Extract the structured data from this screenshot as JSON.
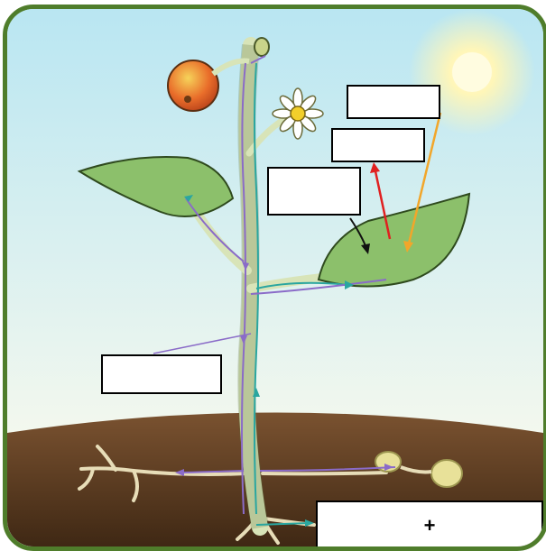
{
  "header": {
    "title": ""
  },
  "diagram": {
    "colors": {
      "frame": "#4f7d2b",
      "sky_top": "#b9e6f2",
      "sky_bottom": "#f4f8ee",
      "soil": "#5a3a1f",
      "leaf": "#8cc06b",
      "stem": "#dfe8c4",
      "sap_up_arrow": "#2aa6a0",
      "sap_down_arrow": "#8a6bc8",
      "light_arrow": "#f2a62a",
      "gas_out_arrow": "#e02020",
      "gas_in_arrow": "#111111"
    },
    "label_boxes": [
      {
        "id": "box-sun",
        "text": ""
      },
      {
        "id": "box-gas-out",
        "text": ""
      },
      {
        "id": "box-gas-in",
        "text": ""
      },
      {
        "id": "box-stem",
        "text": ""
      },
      {
        "id": "box-root",
        "text": "+"
      }
    ]
  }
}
